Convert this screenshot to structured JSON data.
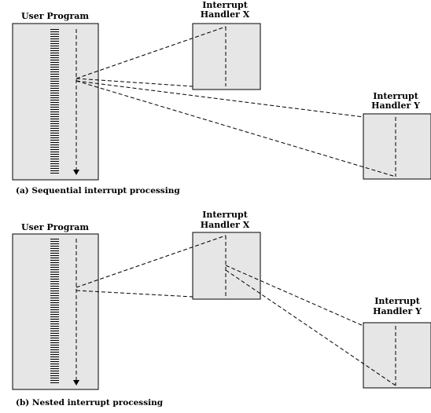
{
  "colors": {
    "box_fill": "#e6e6e6",
    "stroke": "#000000",
    "background": "#ffffff"
  },
  "sections": [
    {
      "user_program_label": "User Program",
      "handler_x_label": [
        "Interrupt",
        "Handler X"
      ],
      "handler_y_label": [
        "Interrupt",
        "Handler Y"
      ],
      "caption": "(a) Sequential interrupt processing"
    },
    {
      "user_program_label": "User Program",
      "handler_x_label": [
        "Interrupt",
        "Handler X"
      ],
      "handler_y_label": [
        "Interrupt",
        "Handler Y"
      ],
      "caption": "(b) Nested interrupt processing"
    }
  ]
}
